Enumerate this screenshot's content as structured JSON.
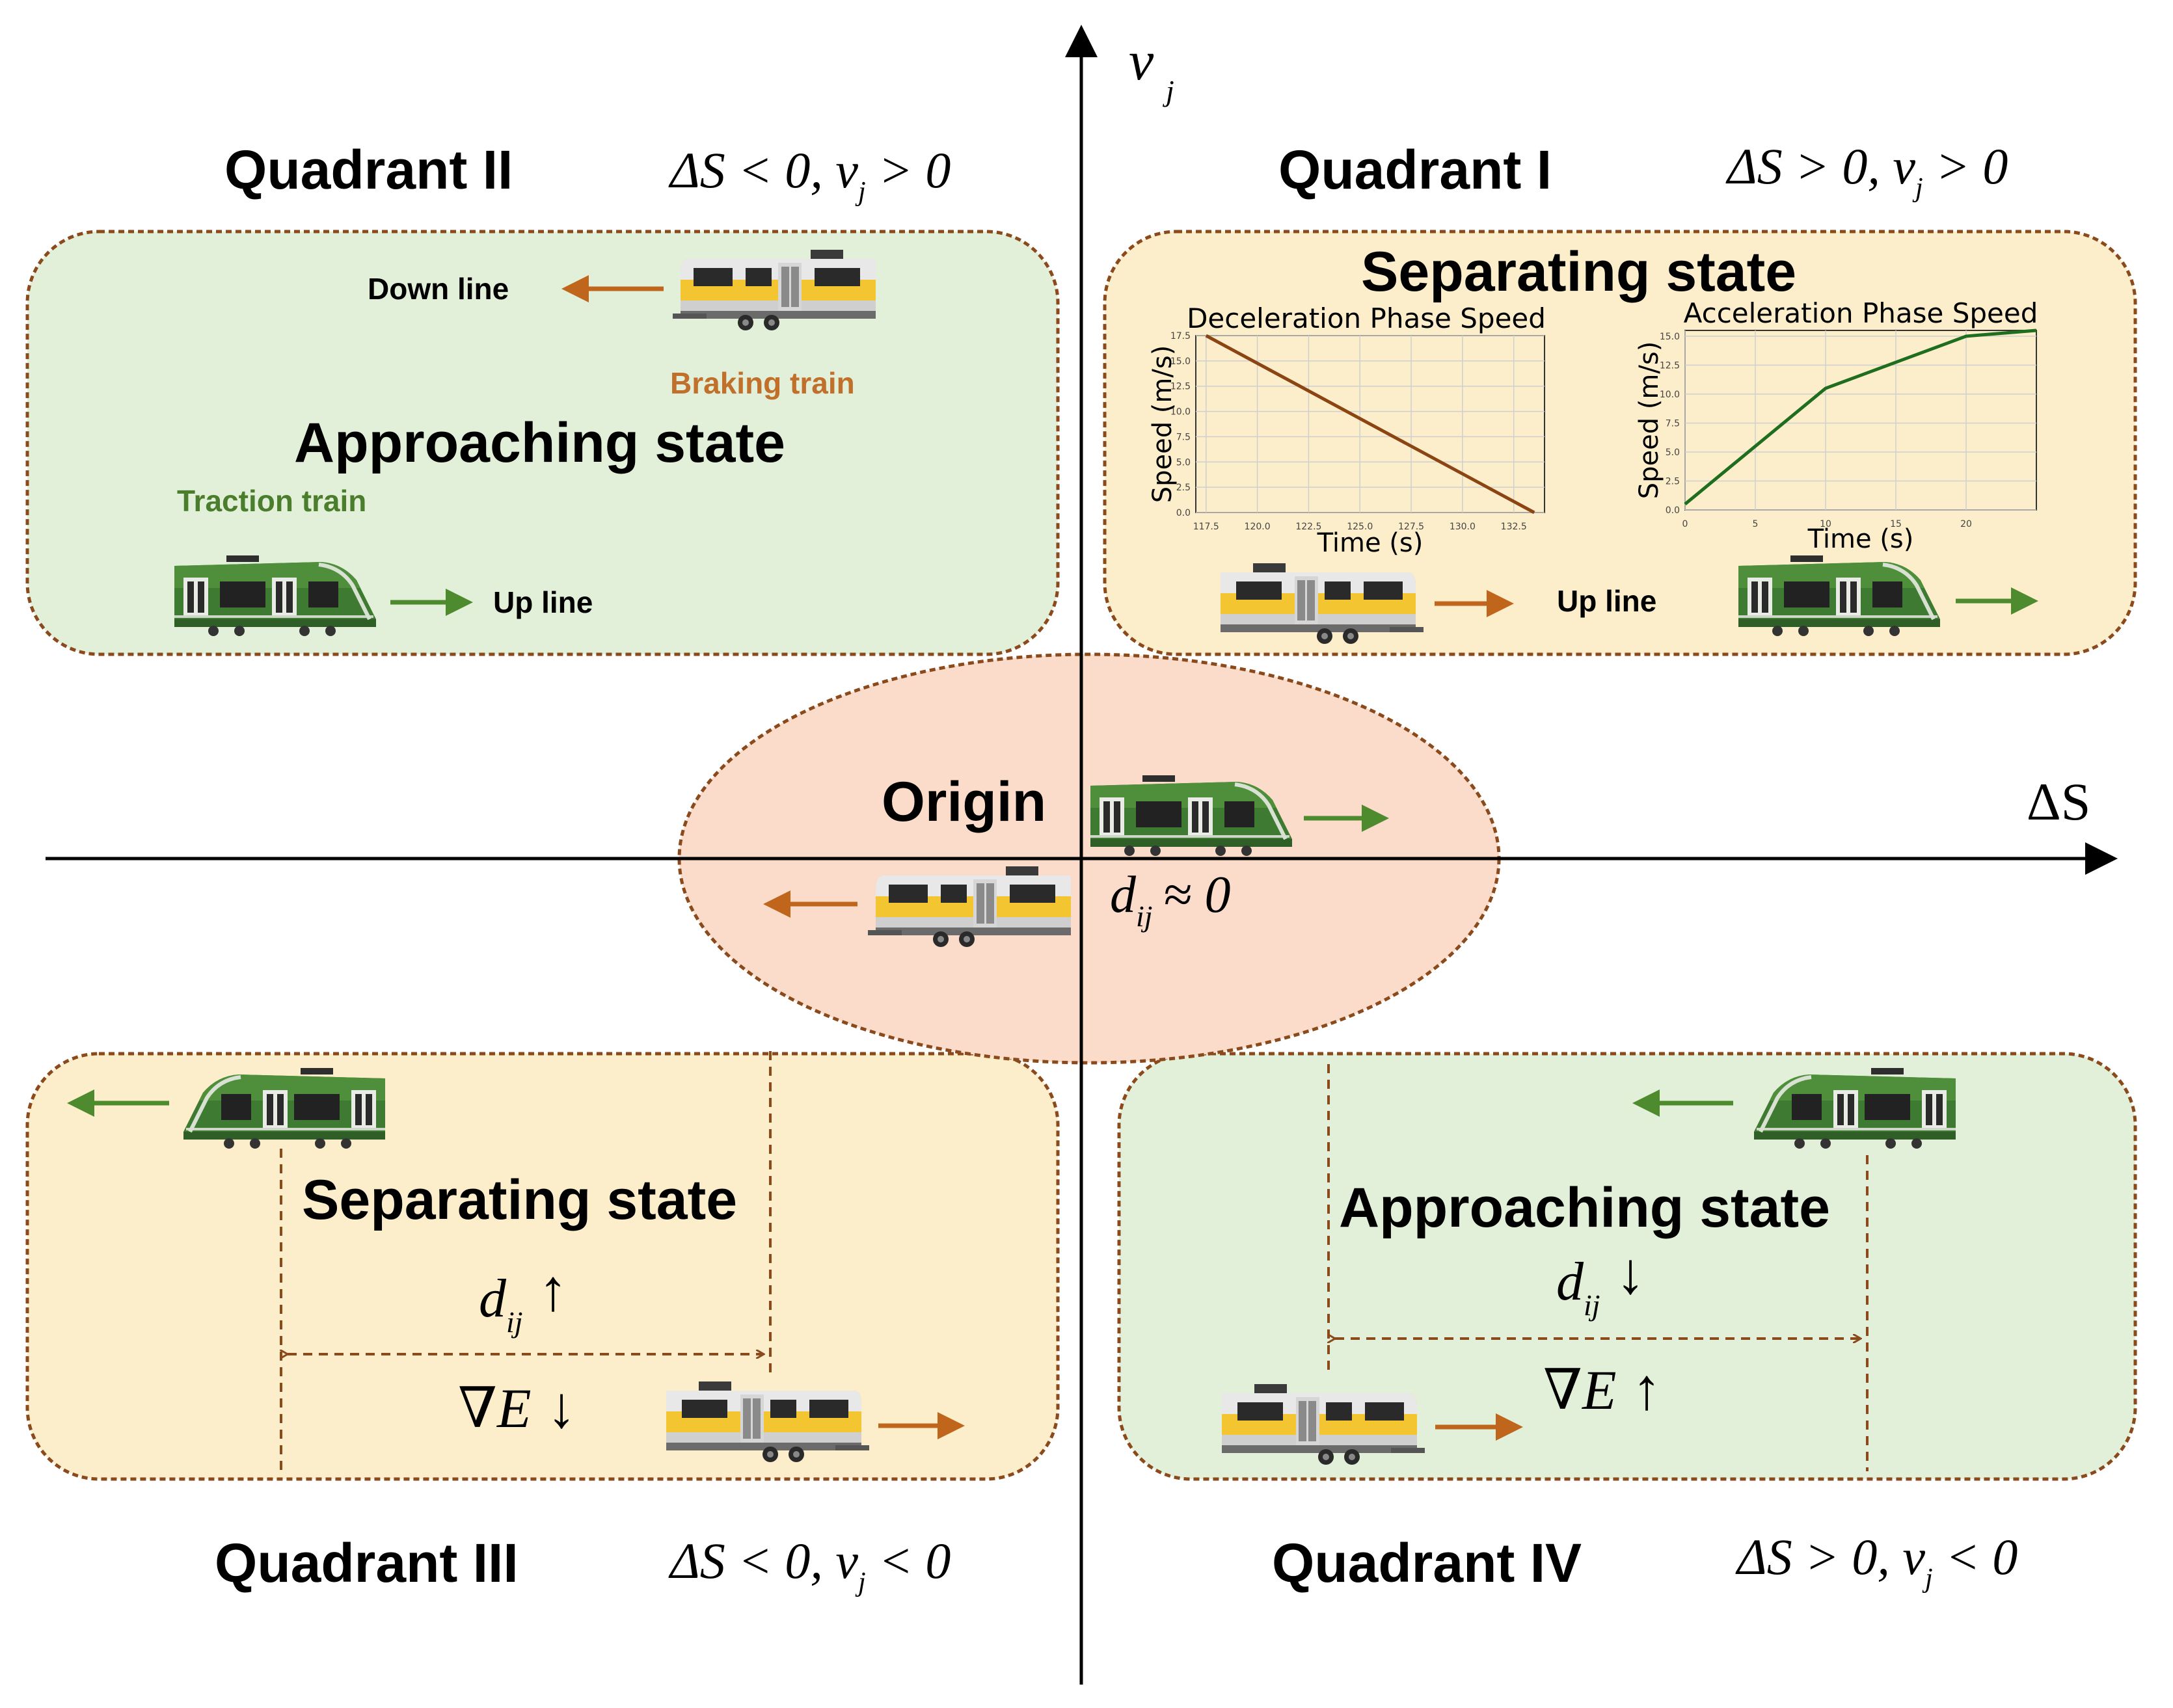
{
  "axes": {
    "x_label": "ΔS",
    "y_label": "v",
    "y_label_sub": "j"
  },
  "quadrants": {
    "q1": {
      "title": "Quadrant  I",
      "cond": "ΔS > 0, v",
      "cond_sub": "j",
      "cond_tail": " > 0",
      "state": "Separating state",
      "line_label": "Up line"
    },
    "q2": {
      "title": "Quadrant  II",
      "cond": "ΔS < 0, v",
      "cond_sub": "j",
      "cond_tail": " > 0",
      "state": "Approaching state",
      "down_line": "Down line",
      "braking": "Braking train",
      "traction": "Traction train",
      "up_line": "Up line"
    },
    "q3": {
      "title": "Quadrant  III",
      "cond": "ΔS < 0, v",
      "cond_sub": "j",
      "cond_tail": " < 0",
      "state": "Separating state",
      "d": "d",
      "d_sub": "ij",
      "d_arrow": "↑",
      "e": "∇E",
      "e_arrow": "↓"
    },
    "q4": {
      "title": "Quadrant  IV",
      "cond": "ΔS > 0, v",
      "cond_sub": "j",
      "cond_tail": " < 0",
      "state": "Approaching state",
      "d": "d",
      "d_sub": "ij",
      "d_arrow": "↓",
      "e": "∇E",
      "e_arrow": "↑"
    }
  },
  "origin": {
    "label": "Origin",
    "d": "d",
    "d_sub": "ij",
    "approx": "≈ 0"
  },
  "colors": {
    "green_box": "#e3f0d9",
    "yellow_box": "#fdeecb",
    "origin_fill": "#fbdccb",
    "dash": "#8b4a1c",
    "green_arrow": "#4e8a2e",
    "orange_arrow": "#c0661c",
    "traction_text": "#4a7d2c",
    "braking_text": "#c0702a"
  },
  "chart_data": [
    {
      "type": "line",
      "title": "Deceleration Phase Speed",
      "xlabel": "Time (s)",
      "ylabel": "Speed (m/s)",
      "x": [
        117.5,
        133.5
      ],
      "y": [
        17.5,
        0
      ],
      "xticks": [
        "117.5",
        "120.0",
        "122.5",
        "125.0",
        "127.5",
        "130.0",
        "132.5"
      ],
      "yticks": [
        "0.0",
        "2.5",
        "5.0",
        "7.5",
        "10.0",
        "12.5",
        "15.0",
        "17.5"
      ],
      "xlim": [
        117,
        134
      ],
      "ylim": [
        0,
        17.5
      ],
      "color": "#8b4513",
      "grid": true
    },
    {
      "type": "line",
      "title": "Acceleration Phase Speed",
      "xlabel": "Time (s)",
      "ylabel": "Speed (m/s)",
      "x": [
        0,
        10,
        20,
        25
      ],
      "y": [
        0.5,
        10.5,
        15.0,
        15.5
      ],
      "xticks": [
        "0",
        "5",
        "10",
        "15",
        "20"
      ],
      "yticks": [
        "0.0",
        "2.5",
        "5.0",
        "7.5",
        "10.0",
        "12.5",
        "15.0"
      ],
      "xlim": [
        0,
        25
      ],
      "ylim": [
        0,
        15.5
      ],
      "color": "#1f6e1f",
      "grid": true
    }
  ]
}
